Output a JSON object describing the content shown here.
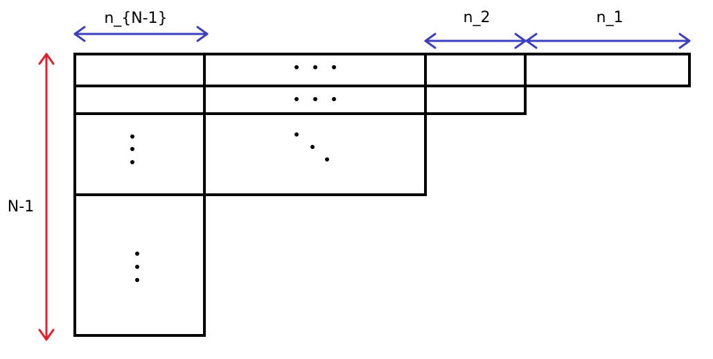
{
  "labels": {
    "n_N_minus_1": "n_{N-1}",
    "n_2": "n_2",
    "n_1": "n_1",
    "N_minus_1": "N-1"
  },
  "colors": {
    "width_arrow": "#3b3fbf",
    "height_arrow": "#e0202a",
    "lines": "#000000",
    "background": "#ffffff"
  }
}
